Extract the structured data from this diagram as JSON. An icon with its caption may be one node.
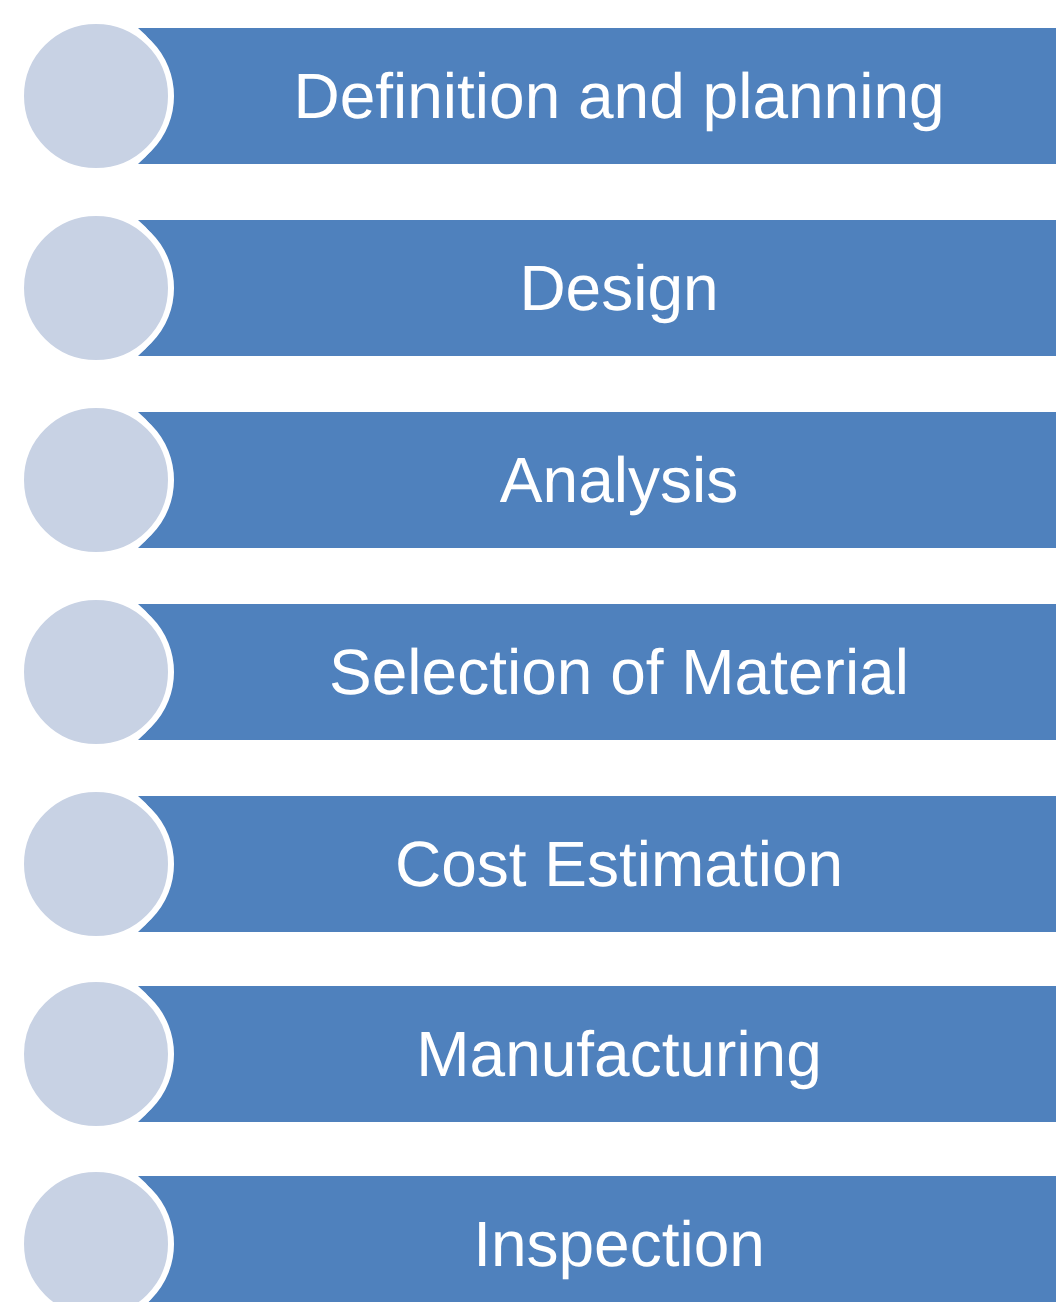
{
  "diagram": {
    "nodes": [
      {
        "text": [],
        "shape": "circle"
      },
      {
        "text": [
          "Definition and planning"
        ]
      },
      {
        "text": [],
        "shape": "circle"
      },
      {
        "text": [
          "Design"
        ]
      },
      {
        "text": [],
        "shape": "circle"
      },
      {
        "text": [
          "Analysis"
        ]
      },
      {
        "text": [],
        "shape": "circle"
      },
      {
        "text": [
          "Selection of Material"
        ]
      },
      {
        "text": [],
        "shape": "circle"
      },
      {
        "text": [
          "Cost Estimation"
        ]
      },
      {
        "text": [],
        "shape": "circle"
      },
      {
        "text": [
          "Manufacturing"
        ]
      },
      {
        "text": [],
        "shape": "circle"
      },
      {
        "text": [
          "Inspection"
        ]
      }
    ]
  }
}
